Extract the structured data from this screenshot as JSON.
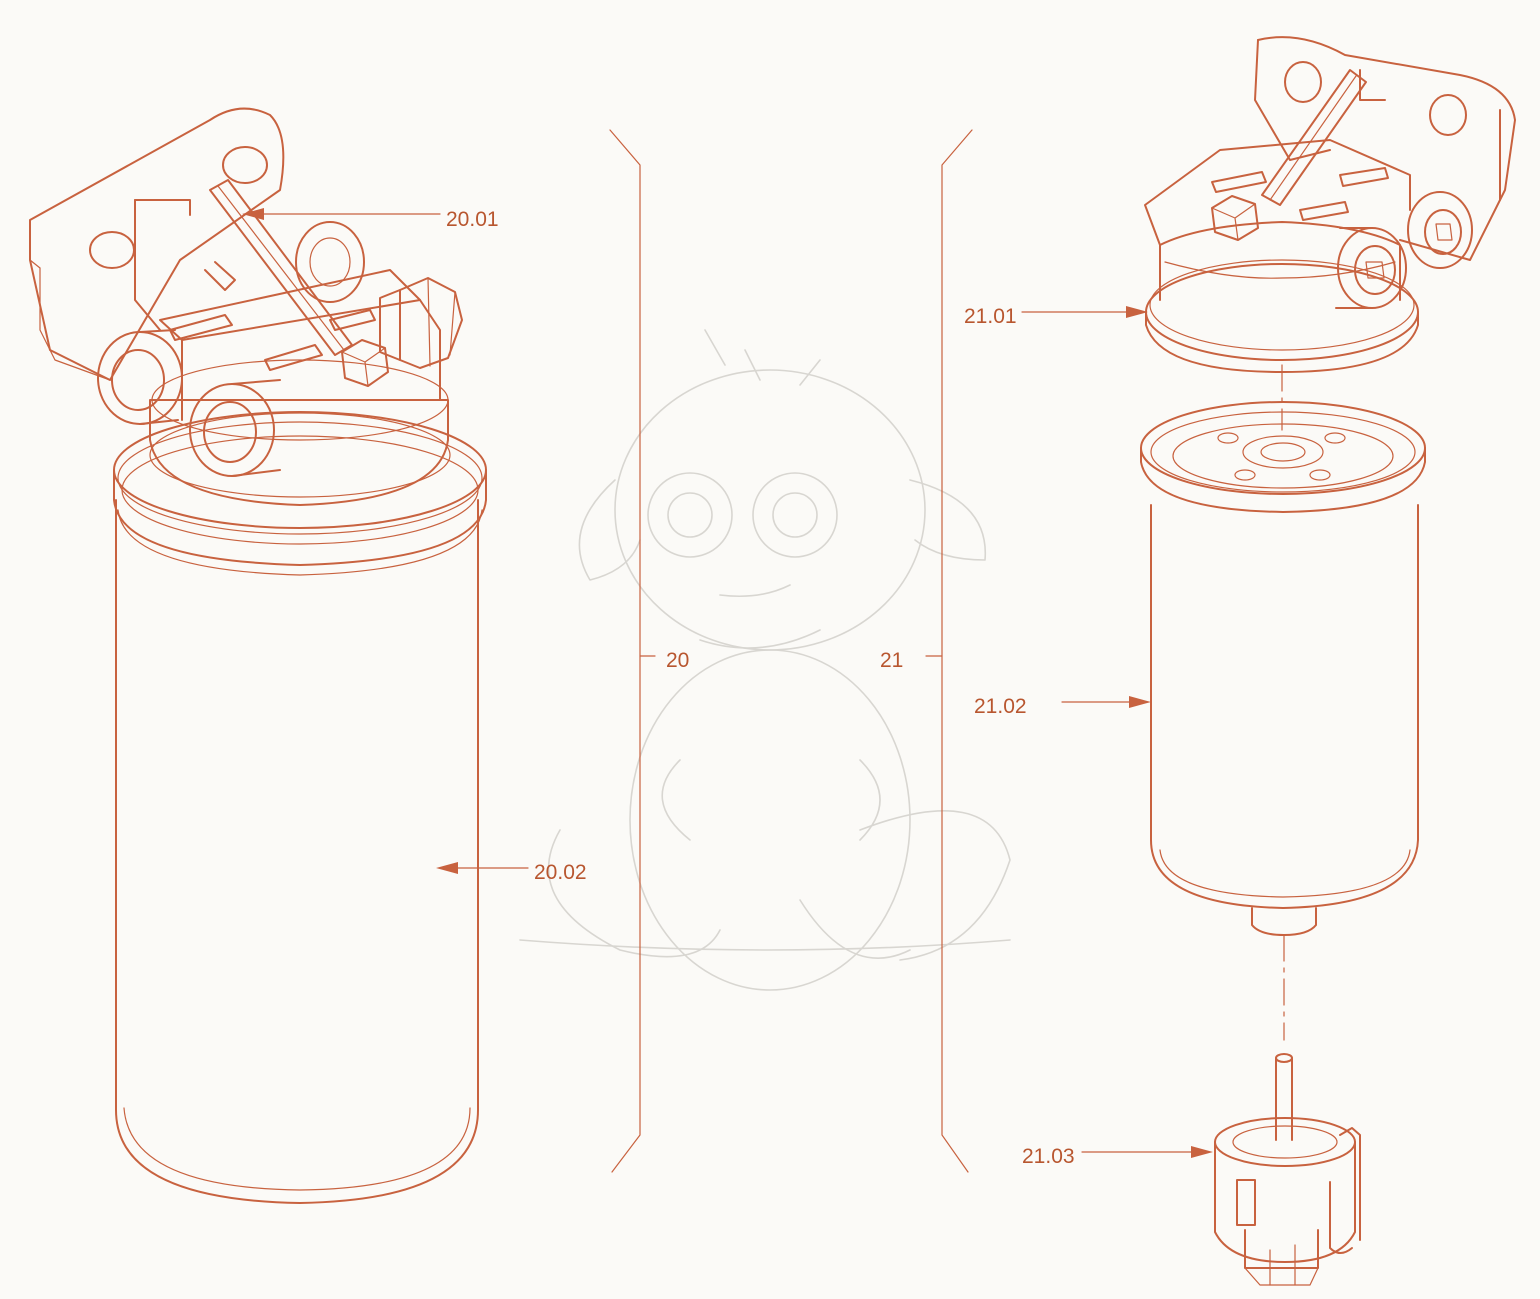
{
  "colors": {
    "ink": "#c8623f",
    "label": "#b8562f",
    "background": "#fbfaf7",
    "watermark": "#d8d6d1"
  },
  "labels": {
    "l2001": "20.01",
    "l2002": "20.02",
    "l20": "20",
    "l21": "21",
    "l2101": "21.01",
    "l2102": "21.02",
    "l2103": "21.03"
  }
}
